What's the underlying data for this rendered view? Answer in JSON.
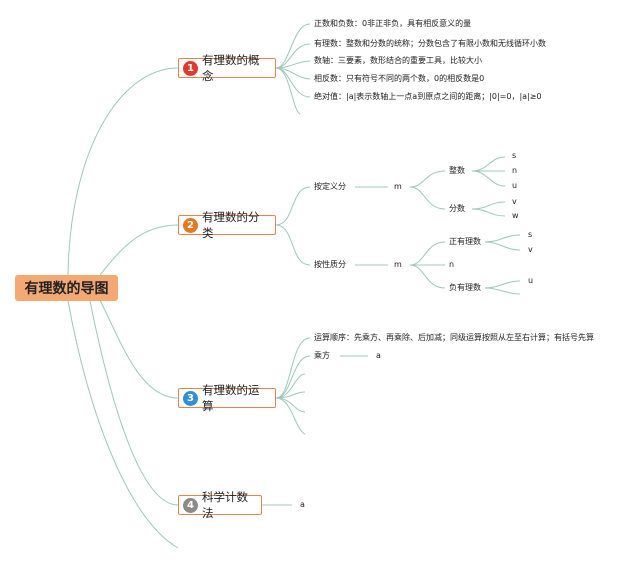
{
  "root": {
    "label": "有理数的导图"
  },
  "branches": [
    {
      "number": "1",
      "label": "有理数的概念",
      "color": "#e03a2f",
      "items": [
        "正数和负数：0非正非负，具有相反意义的量",
        "有理数：整数和分数的统称；分数包含了有限小数和无线循环小数",
        "数轴：三要素，数形结合的重要工具，比较大小",
        "相反数：只有符号不同的两个数，0的相反数是0",
        "绝对值：|a|表示数轴上一点a到原点之间的距离；|0|=0，|a|≥0"
      ]
    },
    {
      "number": "2",
      "label": "有理数的分类",
      "color": "#e8781e",
      "by_definition": {
        "label": "按定义分",
        "connector": "m",
        "integer": {
          "label": "整数",
          "leaves": [
            "s",
            "n",
            "u"
          ]
        },
        "fraction": {
          "label": "分数",
          "leaves": [
            "v",
            "w"
          ]
        }
      },
      "by_sign": {
        "label": "按性质分",
        "connector": "m",
        "positive": {
          "label": "正有理数",
          "leaves": [
            "s",
            "v"
          ]
        },
        "zero": "n",
        "negative": {
          "label": "负有理数",
          "leaves": [
            "u"
          ]
        }
      }
    },
    {
      "number": "3",
      "label": "有理数的运算",
      "color": "#2f8fd8",
      "items": [
        "运算顺序：先乘方、再乘除、后加减；同级运算按照从左至右计算；有括号先算",
        "乘方"
      ],
      "power_value": "a"
    },
    {
      "number": "4",
      "label": "科学计数法",
      "color": "#8a8a8a",
      "value": "a"
    }
  ]
}
